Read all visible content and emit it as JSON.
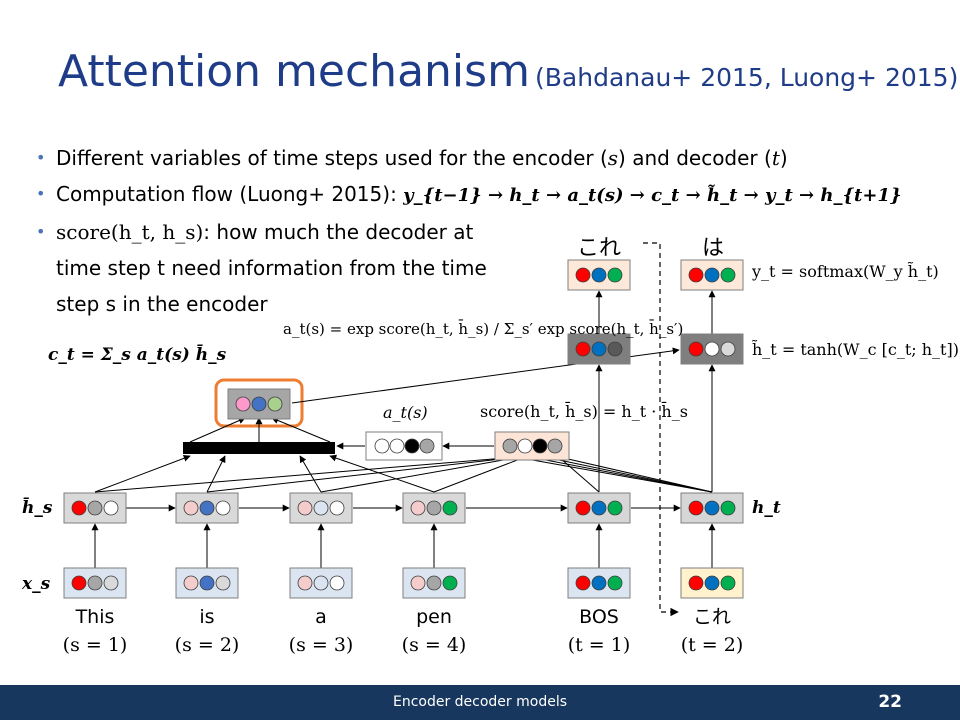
{
  "title": {
    "main": "Attention mechanism",
    "sub": "(Bahdanau+ 2015, Luong+ 2015)"
  },
  "bullets": {
    "b1_text": "Different variables of time steps used for the encoder (",
    "b1_s": "s",
    "b1_mid": ") and decoder (",
    "b1_t": "t",
    "b1_end": ")",
    "b2_text": "Computation flow (Luong+ 2015): ",
    "b2_flow": "y_{t−1} → h_t → a_t(s) → c_t → h̃_t → y_t → h_{t+1}",
    "b3_score": "score(h_t, h_s)",
    "b3_text": ": how much the decoder at",
    "b3_line2": "time step t need information from the time",
    "b3_line3": "step s in the encoder"
  },
  "formulas": {
    "ct": "c_t = Σ_s a_t(s) h̄_s",
    "at": "a_t(s) = exp score(h_t, h̄_s) / Σ_s′ exp score(h_t, h̄_s′)",
    "at_small": "a_t(s)",
    "score": "score(h_t, h̄_s) = h_t · h̄_s",
    "yt": "y_t = softmax(W_y h̃_t)",
    "ht_tilde": "h̃_t = tanh(W_c [c_t; h_t])",
    "label_hs": "h̄_s",
    "label_xs": "x_s",
    "label_ht": "h_t"
  },
  "encoder": [
    {
      "word": "This",
      "step": "(s = 1)"
    },
    {
      "word": "is",
      "step": "(s = 2)"
    },
    {
      "word": "a",
      "step": "(s = 3)"
    },
    {
      "word": "pen",
      "step": "(s = 4)"
    }
  ],
  "decoder": [
    {
      "word": "BOS",
      "step": "(t = 1)",
      "output": "これ"
    },
    {
      "word": "これ",
      "step": "(t = 2)",
      "output": "は"
    }
  ],
  "footer": {
    "text": "Encoder decoder models",
    "page": "22"
  },
  "colors": {
    "title": "#1f3c88",
    "footer_bg": "#17375e",
    "enc_box": "#d9d9d9",
    "dec_hidden": "#d6d6d6",
    "input_box": "#dbe5f1",
    "output_box": "#fde9d9",
    "tilde_box": "#7f7f7f",
    "highlight": "#ed7d31",
    "input_yellow": "#fff2cc"
  },
  "icons": [
    "vector-cell-icon",
    "attention-bar-icon",
    "dashed-arrow-icon"
  ]
}
